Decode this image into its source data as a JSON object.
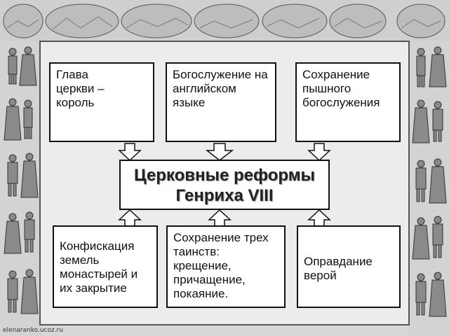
{
  "diagram": {
    "center": {
      "line1": "Церковные реформы",
      "line2": "Генриха VIII"
    },
    "top_boxes": [
      {
        "lines": [
          "Глава",
          "церкви –",
          "король"
        ]
      },
      {
        "lines": [
          "Богослужение на",
          "английском",
          "языке"
        ]
      },
      {
        "lines": [
          "Сохранение",
          "пышного",
          "богослужения"
        ]
      }
    ],
    "bottom_boxes": [
      {
        "lines": [
          "Конфискация",
          "земель",
          "монастырей и",
          "их закрытие"
        ]
      },
      {
        "lines": [
          "Сохранение трех",
          "таинств:",
          "крещение,",
          "причащение,",
          "покаяние."
        ]
      },
      {
        "lines": [
          "Оправдание",
          "верой"
        ]
      }
    ]
  },
  "credit": "elenaranko.ucoz.ru",
  "decor": {
    "top_border": "engraved-city-panorama-icons",
    "side_borders": "period-costume-figure-icons"
  }
}
